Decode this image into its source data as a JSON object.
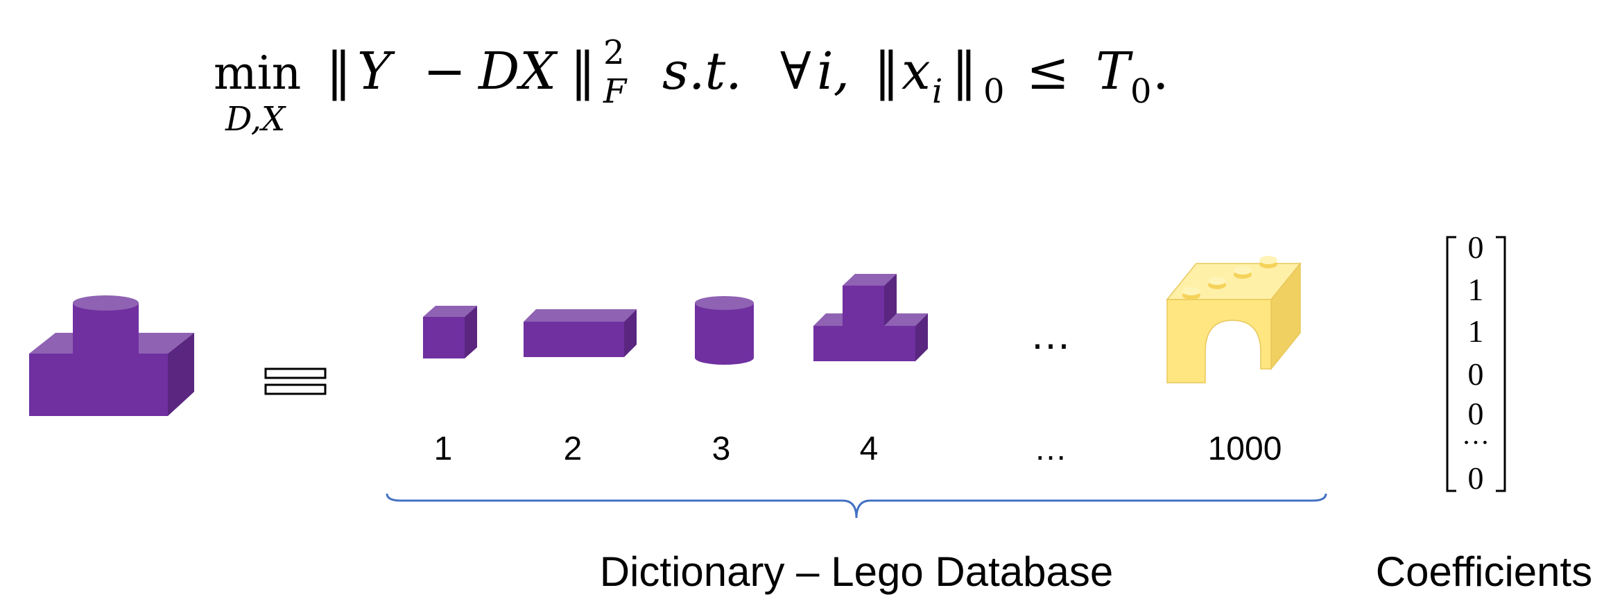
{
  "equation": {
    "min": "min",
    "min_subscript": "D,X",
    "norm_open": "‖",
    "Y": "Y",
    "minus": "−",
    "DX": "DX",
    "norm_close": "‖",
    "frob_sup": "2",
    "frob_sub": "F",
    "st": "s.t.",
    "forall": "∀",
    "i": "i,",
    "norm2_open": "‖",
    "x": "x",
    "x_sub": "i",
    "norm2_close": "‖",
    "zero_sub": "0",
    "leq": "≤",
    "T": "T",
    "T_sub": "0",
    "period": "."
  },
  "equals_symbol": "=",
  "dictionary": {
    "ellipsis": "…",
    "indices": [
      "1",
      "2",
      "3",
      "4",
      "…",
      "1000"
    ],
    "label": "Dictionary – Lego Database"
  },
  "coefficients": {
    "values": [
      "0",
      "1",
      "1",
      "0",
      "0",
      "…",
      "0"
    ],
    "label": "Coefficients"
  },
  "colors": {
    "brick_front": "#7030a0",
    "brick_side": "#5a2680",
    "brick_top": "#8f62b3",
    "lego_yellow": "#ffe680",
    "bracket_blue": "#4472c4"
  }
}
